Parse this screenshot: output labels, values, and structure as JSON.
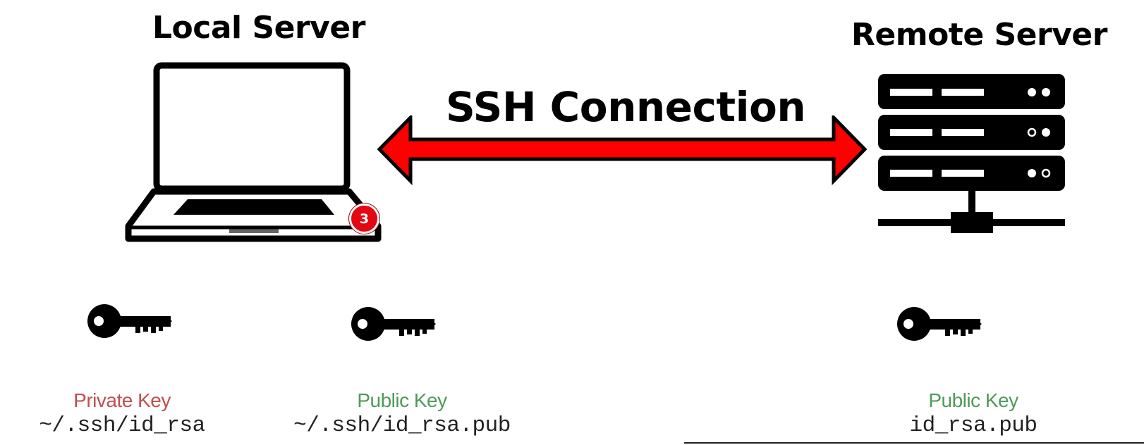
{
  "titles": {
    "local": "Local Server",
    "remote": "Remote Server",
    "connection": "SSH Connection"
  },
  "badge": {
    "number": "3",
    "color": "#e30613"
  },
  "keys": [
    {
      "name": "Private Key",
      "path": "~/.ssh/id_rsa",
      "name_color": "#c0504d",
      "icon": "key-icon"
    },
    {
      "name": "Public Key",
      "path": "~/.ssh/id_rsa.pub",
      "name_color": "#4f9a5a",
      "icon": "key-icon"
    },
    {
      "name": "Public Key",
      "path": "id_rsa.pub",
      "name_color": "#4f9a5a",
      "icon": "key-icon"
    }
  ],
  "colors": {
    "arrow_fill": "#ff0000",
    "arrow_outline": "#000000",
    "icon": "#000000"
  },
  "icons": {
    "local": "laptop-icon",
    "remote": "server-rack-icon",
    "connection": "double-arrow-icon"
  }
}
